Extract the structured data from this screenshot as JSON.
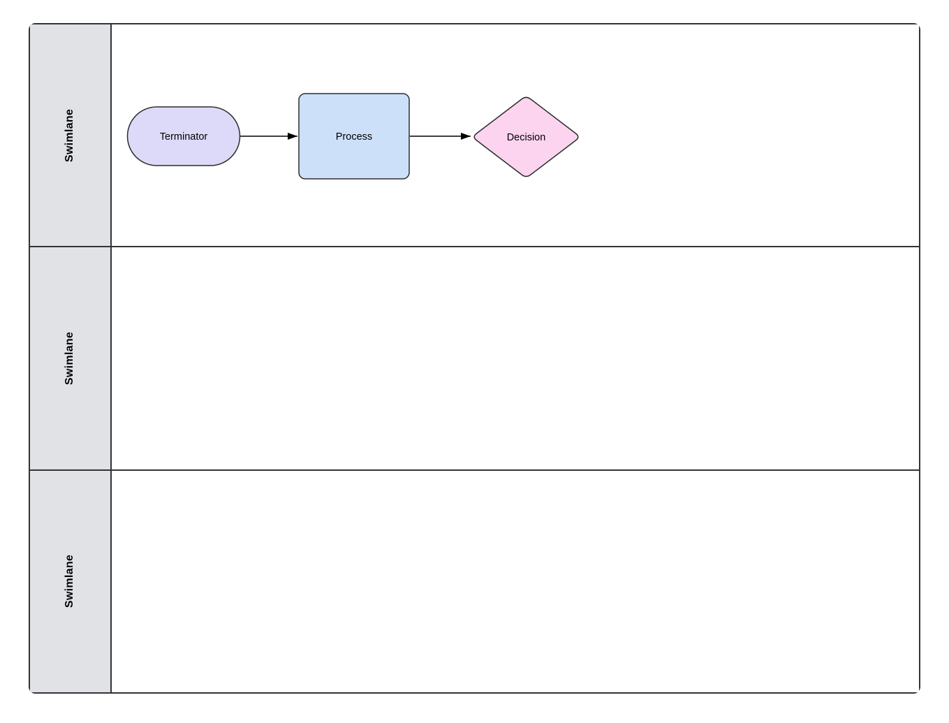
{
  "diagram": {
    "lanes": [
      {
        "label": "Swimlane"
      },
      {
        "label": "Swimlane"
      },
      {
        "label": "Swimlane"
      }
    ],
    "nodes": [
      {
        "type": "terminator",
        "label": "Terminator",
        "fill": "#dcdaf8"
      },
      {
        "type": "process",
        "label": "Process",
        "fill": "#cce0fa"
      },
      {
        "type": "decision",
        "label": "Decision",
        "fill": "#fcd4ef"
      }
    ],
    "connectors": [
      {
        "from": "Terminator",
        "to": "Process"
      },
      {
        "from": "Process",
        "to": "Decision"
      }
    ],
    "colors": {
      "lane_header_fill": "#e0e2e5",
      "lane_body_fill": "#ffffff",
      "pool_border": "#333333",
      "shape_border": "#2d2d2d",
      "terminator_fill": "#dcdaf8",
      "process_fill": "#cce0fa",
      "decision_fill": "#fcd4ef",
      "connector": "#000000"
    }
  }
}
